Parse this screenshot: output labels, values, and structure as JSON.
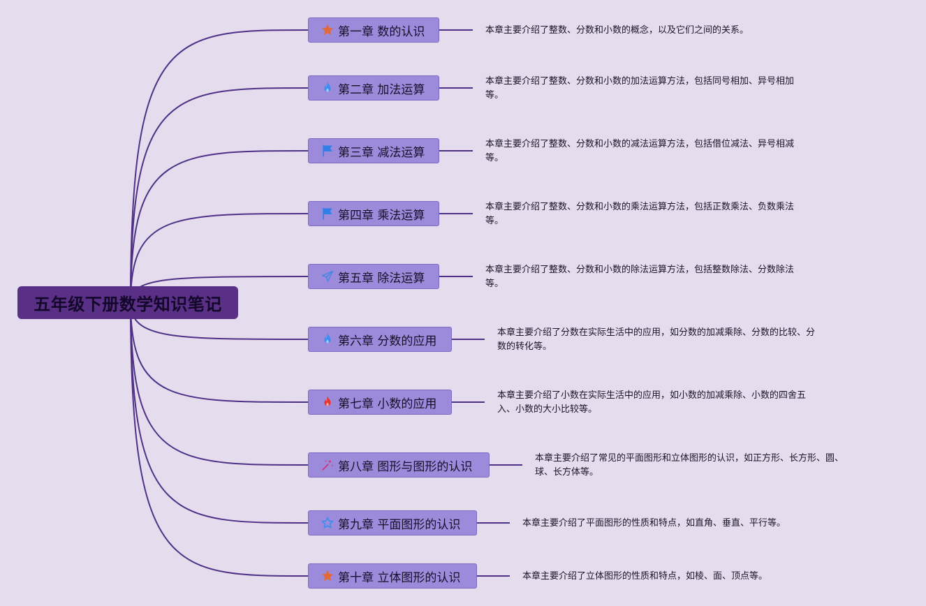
{
  "root": {
    "title": "五年级下册数学知识笔记"
  },
  "colors": {
    "background": "#e5dcee",
    "root_fill": "#5a2f86",
    "node_fill": "#9b8bda",
    "line": "#4e3186"
  },
  "chapters": [
    {
      "label": "第一章 数的认识",
      "icon": "star-icon",
      "icon_color": "#e26a3a",
      "desc": "本章主要介绍了整数、分数和小数的概念，以及它们之间的关系。"
    },
    {
      "label": "第二章 加法运算",
      "icon": "flame-icon",
      "icon_color": "#3d8ef0",
      "desc": "本章主要介绍了整数、分数和小数的加法运算方法，包括同号相加、异号相加\n等。"
    },
    {
      "label": "第三章 减法运算",
      "icon": "flag-icon",
      "icon_color": "#2f7fe6",
      "desc": "本章主要介绍了整数、分数和小数的减法运算方法，包括借位减法、异号相减\n等。"
    },
    {
      "label": "第四章 乘法运算",
      "icon": "flag-icon",
      "icon_color": "#2f7fe6",
      "desc": "本章主要介绍了整数、分数和小数的乘法运算方法，包括正数乘法、负数乘法\n等。"
    },
    {
      "label": "第五章 除法运算",
      "icon": "paper-plane-icon",
      "icon_color": "#4a86e8",
      "desc": "本章主要介绍了整数、分数和小数的除法运算方法，包括整数除法、分数除法\n等。"
    },
    {
      "label": "第六章 分数的应用",
      "icon": "flame-icon",
      "icon_color": "#3d8ef0",
      "desc": "本章主要介绍了分数在实际生活中的应用，如分数的加减乘除、分数的比较、分\n数的转化等。"
    },
    {
      "label": "第七章 小数的应用",
      "icon": "flame-icon",
      "icon_color": "#e5352c",
      "desc": "本章主要介绍了小数在实际生活中的应用，如小数的加减乘除、小数的四舍五\n入、小数的大小比较等。"
    },
    {
      "label": "第八章 图形与图形的认识",
      "icon": "magic-wand-icon",
      "icon_color": "#d2357a",
      "desc": "本章主要介绍了常见的平面图形和立体图形的认识，如正方形、长方形、圆、\n球、长方体等。"
    },
    {
      "label": "第九章 平面图形的认识",
      "icon": "star-outline-icon",
      "icon_color": "#3d8ef0",
      "desc": "本章主要介绍了平面图形的性质和特点，如直角、垂直、平行等。"
    },
    {
      "label": "第十章 立体图形的认识",
      "icon": "star-icon",
      "icon_color": "#e26a3a",
      "desc": "本章主要介绍了立体图形的性质和特点，如棱、面、顶点等。"
    }
  ]
}
